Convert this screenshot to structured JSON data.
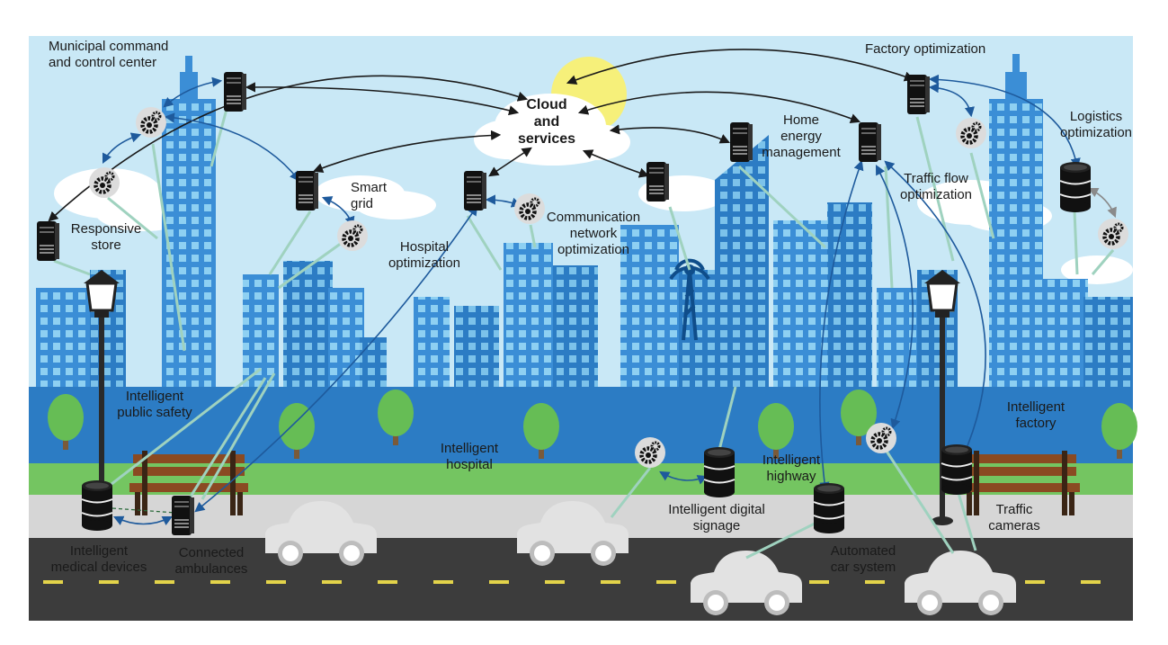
{
  "colors": {
    "sky": "#c9e8f6",
    "building": "#3b8ed6",
    "building_dark": "#2c7cc4",
    "window": "#8ed0f2",
    "grass": "#74c561",
    "sidewalk": "#d6d6d6",
    "road": "#3c3c3c",
    "lane": "#e3d34a",
    "car": "#e2e2e2",
    "sun": "#f6f07a",
    "arrow_black": "#1a1a1a",
    "arrow_blue": "#1e5a9c",
    "connector": "#9fd2bf"
  },
  "labels": {
    "cloud": [
      "Cloud",
      "and",
      "services"
    ],
    "municipal": [
      "Municipal command",
      "and control center"
    ],
    "factory_opt": [
      "Factory optimization"
    ],
    "logistics": [
      "Logistics",
      "optimization"
    ],
    "home_energy": [
      "Home",
      "energy",
      "management"
    ],
    "traffic_flow": [
      "Traffic flow",
      "optimization"
    ],
    "smart_grid": [
      "Smart",
      "grid"
    ],
    "responsive_store": [
      "Responsive",
      "store"
    ],
    "communication": [
      "Communication",
      "network",
      "optimization"
    ],
    "hospital_opt": [
      "Hospital",
      "optimization"
    ],
    "public_safety": [
      "Intelligent",
      "public safety"
    ],
    "int_hospital": [
      "Intelligent",
      "hospital"
    ],
    "int_factory": [
      "Intelligent",
      "factory"
    ],
    "int_highway": [
      "Intelligent",
      "highway"
    ],
    "digital_signage": [
      "Intelligent digital",
      "signage"
    ],
    "traffic_cameras": [
      "Traffic",
      "cameras"
    ],
    "automated_car": [
      "Automated",
      "car system"
    ],
    "medical_devices": [
      "Intelligent",
      "medical devices"
    ],
    "ambulances": [
      "Connected",
      "ambulances"
    ]
  },
  "icons": {
    "server": "server-icon",
    "gear": "gear-icon",
    "database": "database-icon",
    "tower": "radio-tower-icon",
    "cloud": "cloud-icon",
    "car": "car-icon",
    "bench": "bench-icon",
    "lamp": "street-lamp-icon",
    "tree": "tree-icon"
  }
}
